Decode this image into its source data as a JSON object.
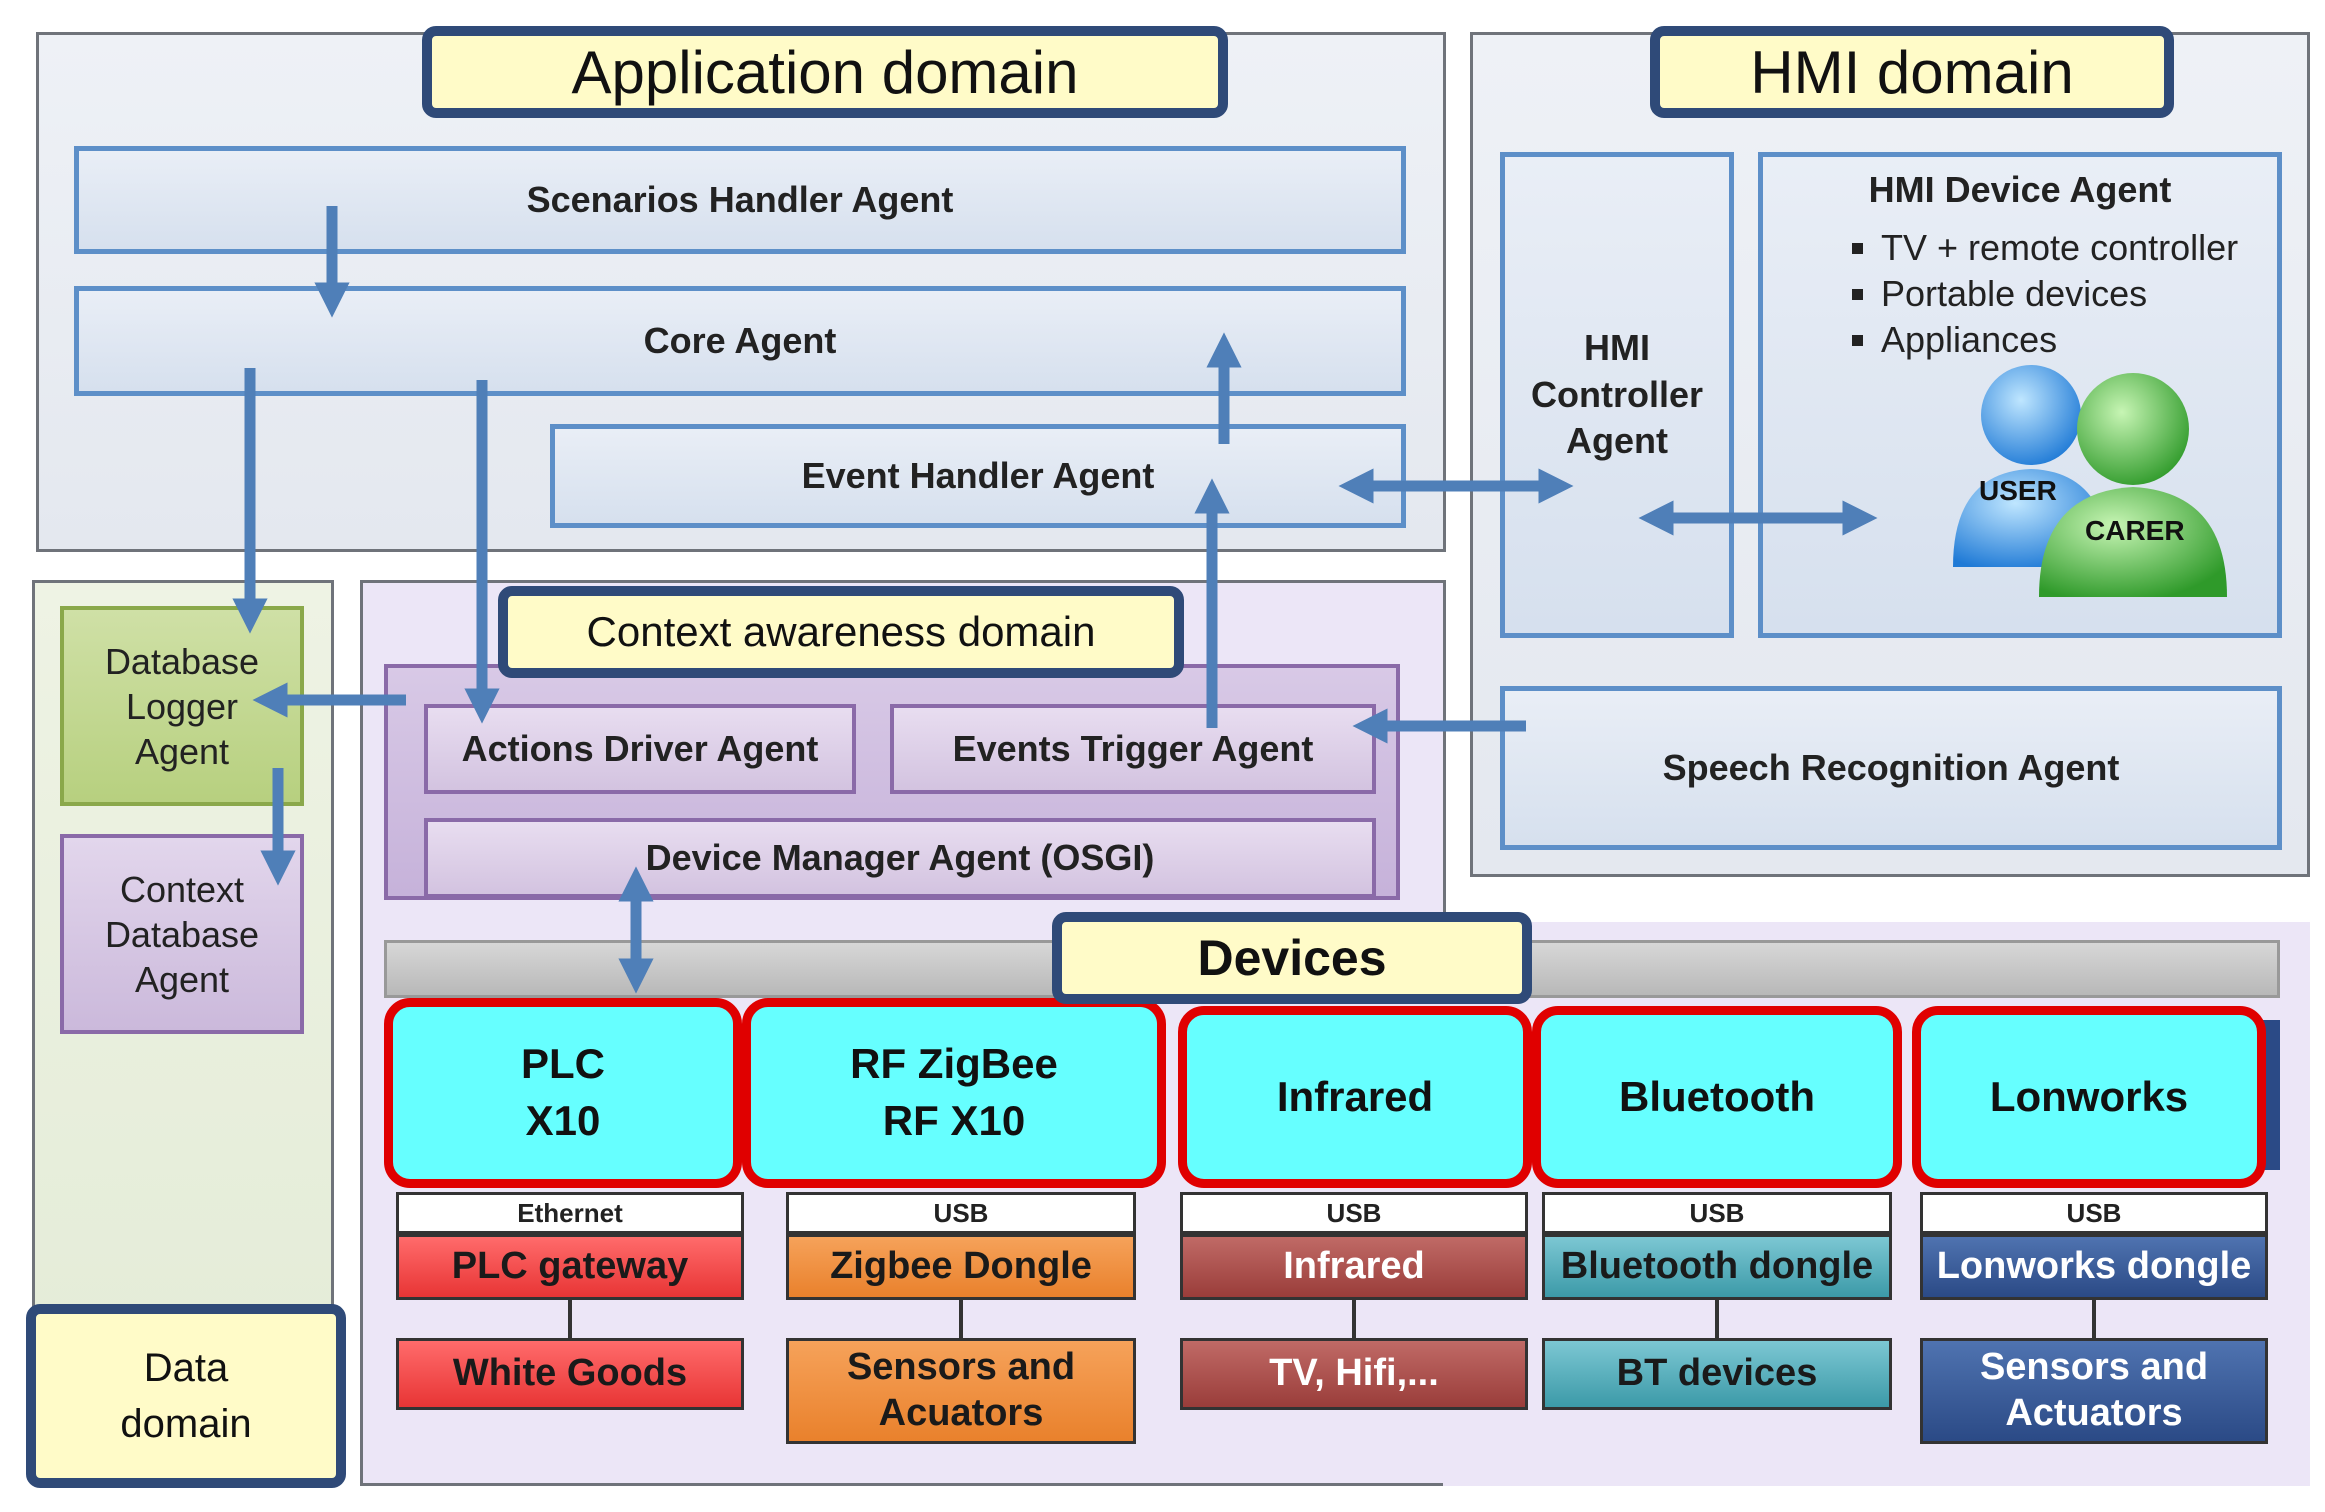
{
  "application_domain": {
    "title": "Application domain",
    "scenarios_handler": "Scenarios Handler Agent",
    "core_agent": "Core Agent",
    "event_handler": "Event Handler Agent"
  },
  "hmi_domain": {
    "title": "HMI domain",
    "controller_agent": [
      "HMI",
      "Controller",
      "Agent"
    ],
    "device_agent_title": "HMI Device Agent",
    "device_agent_items": [
      "TV + remote controller",
      "Portable devices",
      "Appliances"
    ],
    "user_label": "USER",
    "carer_label": "CARER",
    "speech_agent": "Speech Recognition Agent"
  },
  "data_domain": {
    "title": [
      "Data",
      "domain"
    ],
    "db_logger": [
      "Database",
      "Logger",
      "Agent"
    ],
    "context_db": [
      "Context",
      "Database",
      "Agent"
    ]
  },
  "context_domain": {
    "title": "Context awareness domain",
    "actions_driver": "Actions Driver Agent",
    "events_trigger": "Events Trigger Agent",
    "device_manager": "Device Manager Agent (OSGI)"
  },
  "devices": {
    "title": "Devices",
    "columns": [
      {
        "tech": [
          "PLC",
          "X10"
        ],
        "connection": "Ethernet",
        "adapter": "PLC gateway",
        "target": [
          "White Goods"
        ]
      },
      {
        "tech": [
          "RF ZigBee",
          "RF X10"
        ],
        "connection": "USB",
        "adapter": "Zigbee Dongle",
        "target": [
          "Sensors and",
          "Acuators"
        ]
      },
      {
        "tech": [
          "Infrared"
        ],
        "connection": "USB",
        "adapter": "Infrared",
        "target": [
          "TV, Hifi,..."
        ]
      },
      {
        "tech": [
          "Bluetooth"
        ],
        "connection": "USB",
        "adapter": "Bluetooth dongle",
        "target": [
          "BT devices"
        ]
      },
      {
        "tech": [
          "Lonworks"
        ],
        "connection": "USB",
        "adapter": "Lonworks dongle",
        "target": [
          "Sensors and",
          "Actuators"
        ]
      }
    ]
  },
  "colors": {
    "label_fill": "#fffbc8",
    "label_border": "#2f4a78",
    "agent_border": "#5d8fc8",
    "arrow": "#4f7fb8",
    "device_fill": "#66ffff",
    "device_border": "#e00000"
  }
}
